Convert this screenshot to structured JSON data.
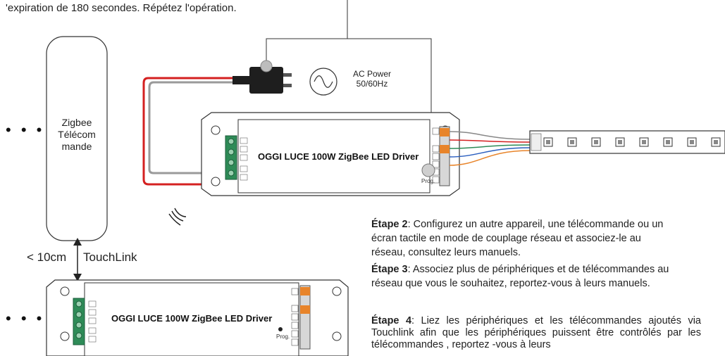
{
  "top_note": "'expiration de 180 secondes. Répétez l'opération.",
  "remote": {
    "label": "Zigbee Télécom mande"
  },
  "ellipsis": "• • •",
  "ac_power": {
    "line1": "AC Power",
    "line2": "50/60Hz"
  },
  "driver_top": {
    "title": "OGGI LUCE 100W ZigBee LED Driver",
    "prog": "Prog."
  },
  "driver_bottom": {
    "title": "OGGI LUCE 100W ZigBee LED Driver",
    "prog": "Prog."
  },
  "touchlink": {
    "distance": "< 10cm",
    "label": "TouchLink"
  },
  "steps": {
    "step2_title": "Étape 2",
    "step2_text": ": Configurez un autre appareil, une télécommande ou un écran tactile en mode de couplage réseau et associez-le au réseau, consultez leurs manuels.",
    "step3_title": "Étape 3",
    "step3_text": ": Associez plus de périphériques et de télécommandes au réseau que vous le souhaitez, reportez-vous à leurs manuels.",
    "step4_title": "Étape 4",
    "step4_text": ": Liez les périphériques et les télécommandes ajoutés via Touchlink afin que les périphériques puissent être contrôlés par les télécommandes , reportez -vous à leurs"
  },
  "colors": {
    "wire_red": "#d42020",
    "wire_gray": "#9a9a9a",
    "terminal_green": "#2e8b57",
    "terminal_orange": "#e8842a"
  }
}
